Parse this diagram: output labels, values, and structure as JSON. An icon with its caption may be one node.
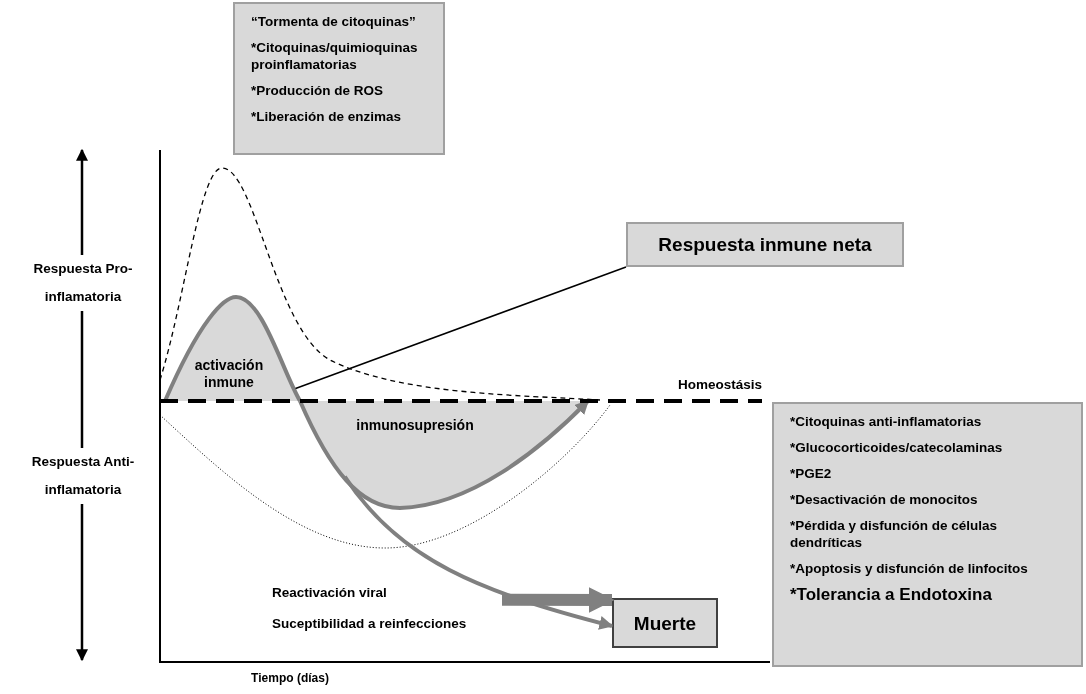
{
  "diagram": {
    "nodes": [
      {
        "text": [
          "“Tormenta de citoquinas”",
          "*Citoquinas/quimioquinas proinflamatorias",
          "*Producción de ROS",
          "*Liberación de enzimas"
        ]
      },
      {
        "text": [
          "Respuesta inmune neta"
        ]
      },
      {
        "text": [
          "Muerte"
        ]
      },
      {
        "text": [
          "*Citoquinas anti-inflamatorias",
          "*Glucocorticoides/catecolaminas",
          "*PGE2",
          "*Desactivación de monocitos",
          "*Pérdida y disfunción de células dendríticas",
          "*Apoptosis y disfunción de linfocitos",
          "*Tolerancia a Endotoxina"
        ]
      },
      {
        "text": [
          "Reactivación viral",
          "Suceptibilidad a reinfecciones"
        ]
      },
      {
        "text": [
          "activación inmune"
        ]
      },
      {
        "text": [
          "inmunosupresión"
        ]
      }
    ],
    "edges": [
      {
        "from": 1,
        "to": 5,
        "arrow": "none",
        "color": "#000000"
      },
      {
        "from": 6,
        "to": 2,
        "arrow": "to",
        "color": "#808080"
      },
      {
        "from": 4,
        "to": 2,
        "arrow": "to",
        "style": "thick",
        "color": "#808080"
      }
    ],
    "labels": [
      "Respuesta Pro-inflamatoria",
      "Homeostásis",
      "Respuesta Anti-inflamatoria",
      "Tiempo (días)"
    ]
  }
}
